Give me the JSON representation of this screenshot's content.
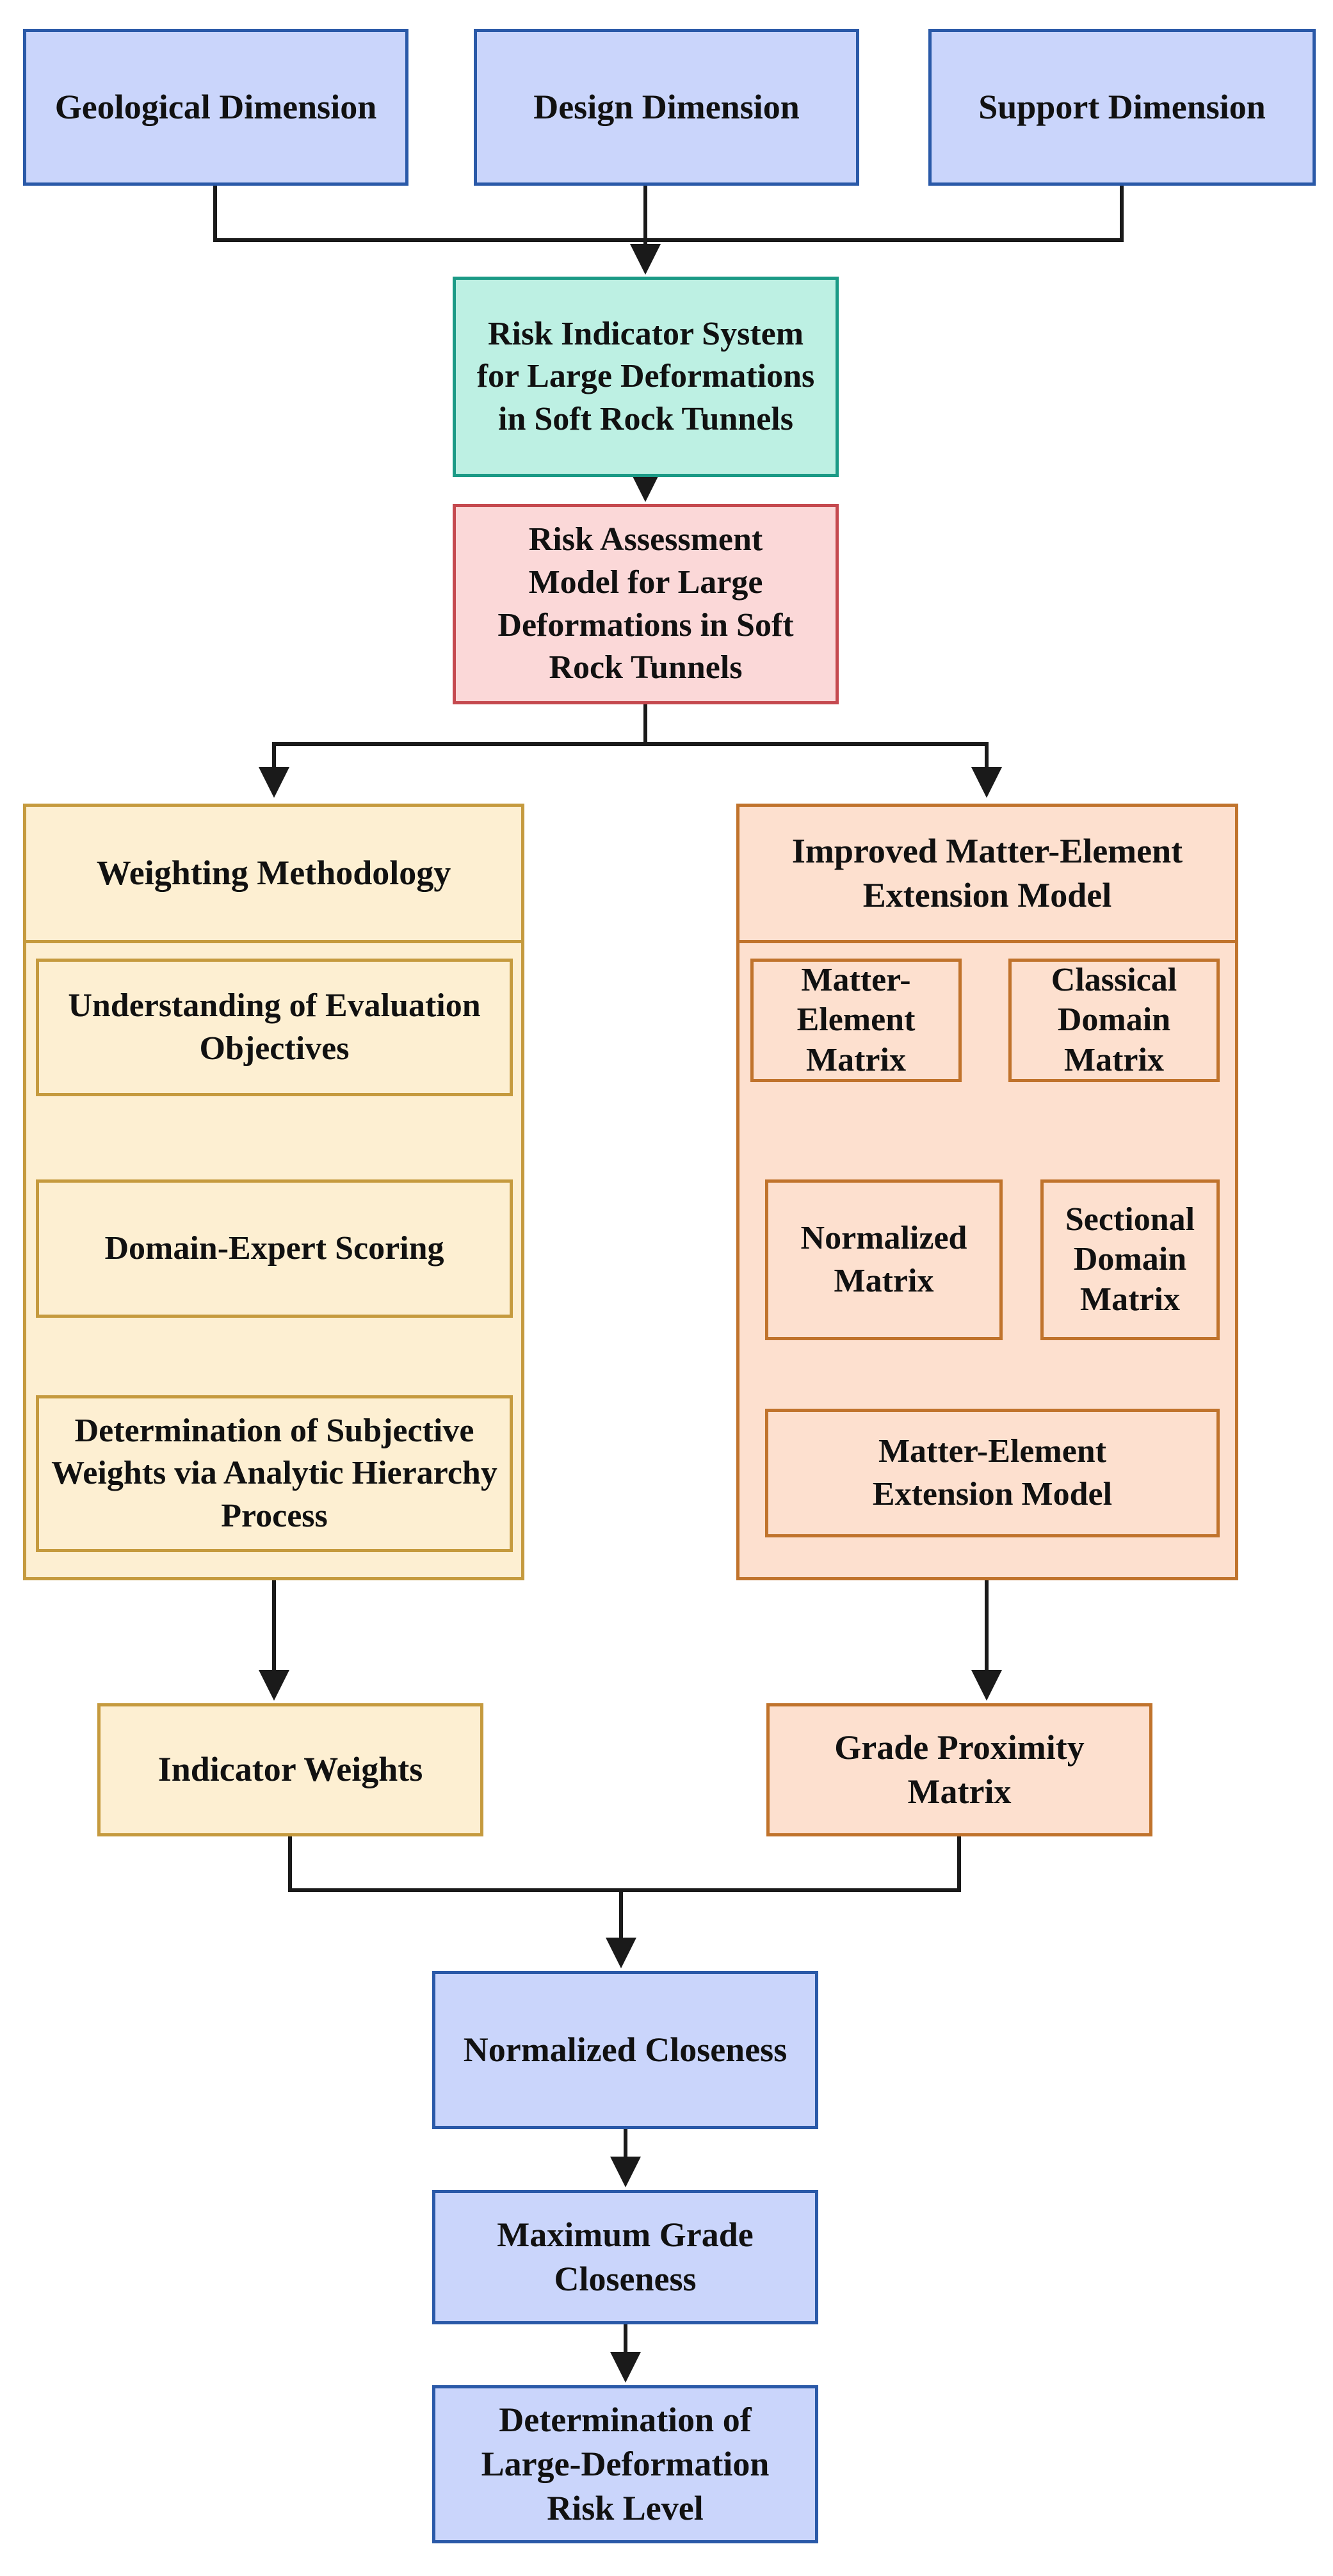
{
  "diagram": {
    "dimensions": {
      "geological": "Geological Dimension",
      "design": "Design Dimension",
      "support": "Support Dimension"
    },
    "risk_indicator_system": "Risk Indicator System for Large Deformations in Soft Rock Tunnels",
    "risk_assessment_model": "Risk Assessment Model for Large Deformations in Soft Rock Tunnels",
    "weighting": {
      "title": "Weighting Methodology",
      "steps": [
        "Understanding of Evaluation Objectives",
        "Domain-Expert Scoring",
        "Determination of Subjective Weights via Analytic Hierarchy Process"
      ],
      "output": "Indicator Weights"
    },
    "matter_element": {
      "title": "Improved Matter-Element Extension Model",
      "matter_element_matrix": "Matter-Element Matrix",
      "classical_domain_matrix": "Classical Domain Matrix",
      "normalized_matrix": "Normalized Matrix",
      "sectional_domain_matrix": "Sectional Domain Matrix",
      "extension_model": "Matter-Element Extension Model",
      "output": "Grade Proximity Matrix"
    },
    "final_steps": [
      "Normalized Closeness",
      "Maximum Grade Closeness",
      "Determination of Large-Deformation Risk Level"
    ]
  }
}
